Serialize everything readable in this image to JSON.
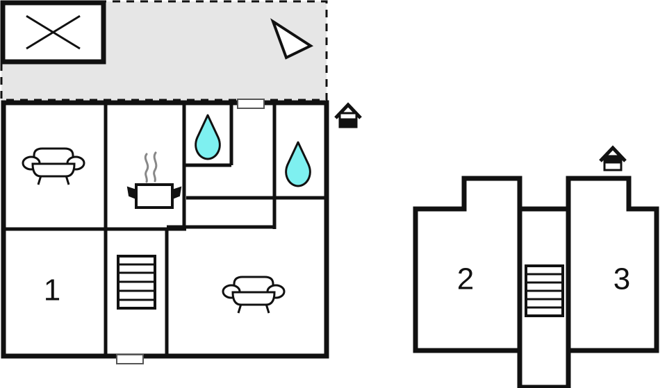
{
  "document": {
    "type": "floor-plan",
    "title": "Holiday house floor plan",
    "background_color": "#ffffff",
    "wall_color": "#111111",
    "terrace_fill": "#e6e6e6",
    "water_color": "#7ef0f0",
    "water_stroke": "#111111"
  },
  "legend": {
    "crossed_box": {
      "icon": "crossed-box-icon",
      "label": ""
    },
    "north_arrow": {
      "icon": "north-arrow-icon",
      "label": ""
    }
  },
  "terrace": {
    "name": "terrace",
    "style": "dashed-outline",
    "fill": "#e6e6e6"
  },
  "buildings": [
    {
      "id": "building-left",
      "name": "ground-floor",
      "rooms": [
        {
          "id": "room-living-upper",
          "label": "",
          "icon": "sofa-icon",
          "icon_name": "sofa-icon"
        },
        {
          "id": "room-kitchen",
          "label": "",
          "icon": "cooking-pot-icon",
          "icon_name": "cooking-pot-icon"
        },
        {
          "id": "room-bath-small",
          "label": "",
          "icon": "water-drop-icon",
          "icon_name": "water-drop-icon"
        },
        {
          "id": "room-bath-large",
          "label": "",
          "icon": "water-drop-icon",
          "icon_name": "water-drop-icon"
        },
        {
          "id": "room-1",
          "label": "1",
          "icon": "",
          "icon_name": ""
        },
        {
          "id": "room-stairs-left",
          "label": "",
          "icon": "stairs-icon",
          "icon_name": "stairs-icon"
        },
        {
          "id": "room-living-lower",
          "label": "",
          "icon": "sofa-icon",
          "icon_name": "sofa-icon"
        }
      ],
      "entrance": {
        "icon": "entrance-house-icon",
        "label": ""
      },
      "doors": [
        {
          "id": "door-top",
          "position": "top-wall"
        },
        {
          "id": "door-bottom",
          "position": "bottom-wall"
        }
      ]
    },
    {
      "id": "building-right",
      "name": "upper-floor",
      "rooms": [
        {
          "id": "room-2",
          "label": "2",
          "icon": "",
          "icon_name": ""
        },
        {
          "id": "room-stairs-right",
          "label": "",
          "icon": "stairs-icon",
          "icon_name": "stairs-icon"
        },
        {
          "id": "room-3",
          "label": "3",
          "icon": "",
          "icon_name": ""
        }
      ],
      "entrance": {
        "icon": "entrance-house-icon",
        "label": ""
      }
    }
  ],
  "room_labels": {
    "one": "1",
    "two": "2",
    "three": "3"
  },
  "stairs": {
    "left_tread_count": 6,
    "right_tread_count": 6
  }
}
